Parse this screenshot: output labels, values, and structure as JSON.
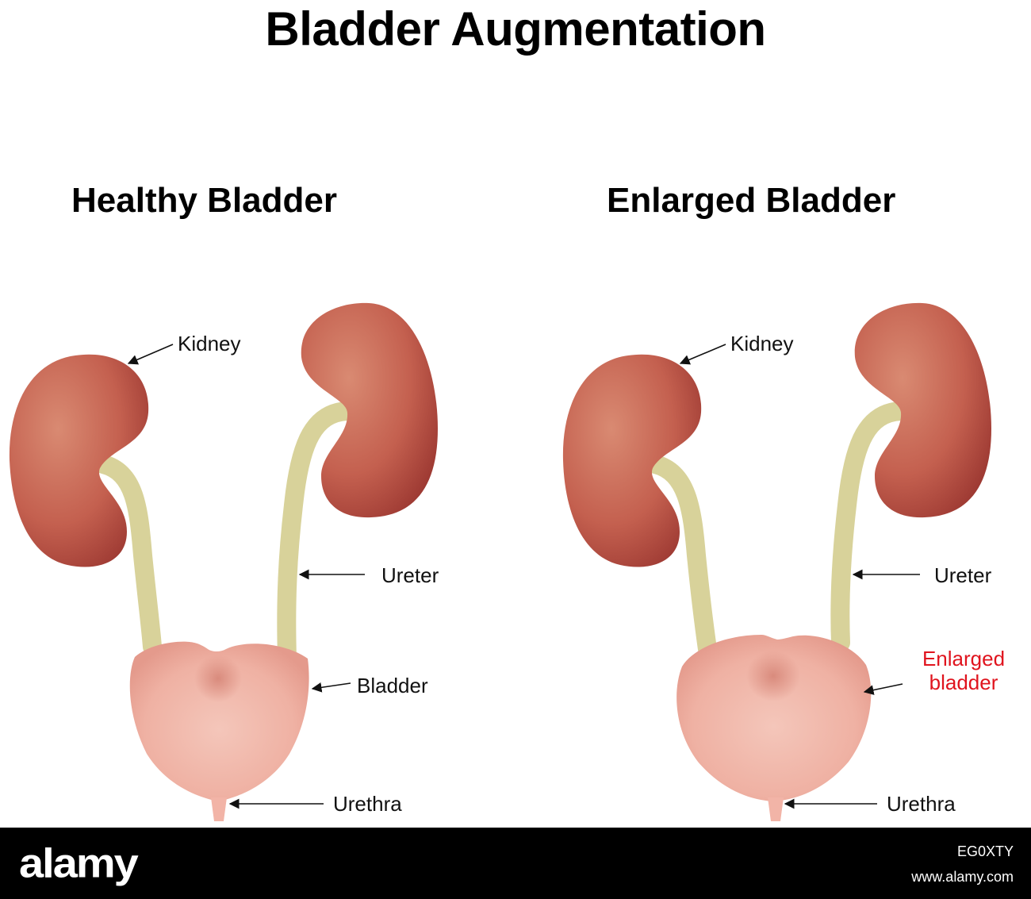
{
  "title": "Bladder Augmentation",
  "panels": {
    "left": {
      "subtitle": "Healthy Bladder",
      "kidney": "Kidney",
      "ureter": "Ureter",
      "bladder": "Bladder",
      "urethra": "Urethra"
    },
    "right": {
      "subtitle": "Enlarged Bladder",
      "kidney": "Kidney",
      "ureter": "Ureter",
      "bladder_line1": "Enlarged",
      "bladder_line2": "bladder",
      "urethra": "Urethra"
    }
  },
  "colors": {
    "kidney": "#c4604f",
    "ureter": "#d8d29a",
    "bladder": "#f2b4a7",
    "highlight_label": "#e0141e"
  },
  "footer": {
    "logo": "alamy",
    "image_id": "EG0XTY",
    "url": "www.alamy.com"
  }
}
